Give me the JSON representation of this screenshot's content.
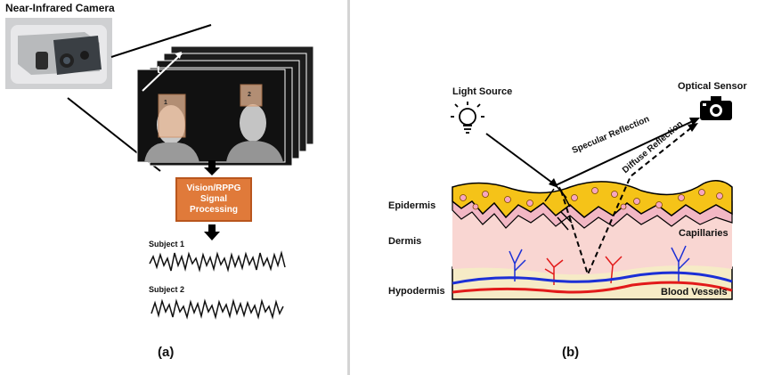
{
  "panel_a": {
    "camera_label": "Near-Infrared Camera",
    "time_label": "t",
    "face_ids": [
      "1",
      "2"
    ],
    "processing_lines": [
      "Vision/RPPG",
      "Signal",
      "Processing"
    ],
    "subjects": [
      "Subject 1",
      "Subject 2"
    ],
    "caption": "(a)"
  },
  "panel_b": {
    "light_source": "Light Source",
    "optical_sensor": "Optical Sensor",
    "specular": "Specular Reflection",
    "diffuse": "Diffuse Reflection",
    "layers": [
      "Epidermis",
      "Dermis",
      "Hypodermis"
    ],
    "capillaries": "Capillaries",
    "blood_vessels": "Blood Vessels",
    "caption": "(b)"
  },
  "colors": {
    "epidermis": "#f5c318",
    "dermis": "#f9d6d2",
    "hypodermis": "#f6ebc6",
    "vein": "#1c2fd6",
    "artery": "#e21a1a",
    "box": "#e07a3a"
  }
}
